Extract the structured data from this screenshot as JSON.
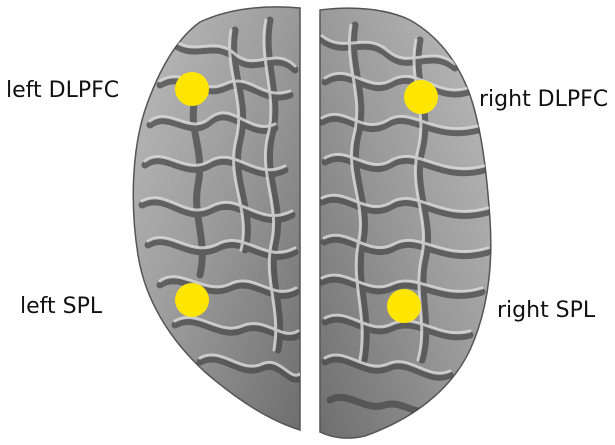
{
  "labels": {
    "left_dlpfc": "left DLPFC",
    "right_dlpfc": "right DLPFC",
    "left_spl": "left SPL",
    "right_spl": "right SPL"
  },
  "colors": {
    "marker": "#ffe600",
    "cortex_base": "#8f8f8f",
    "cortex_highlight": "#d9d9d9",
    "cortex_shadow": "#4a4a4a",
    "background": "#ffffff"
  },
  "markers": [
    {
      "name": "left DLPFC"
    },
    {
      "name": "right DLPFC"
    },
    {
      "name": "left SPL"
    },
    {
      "name": "right SPL"
    }
  ]
}
